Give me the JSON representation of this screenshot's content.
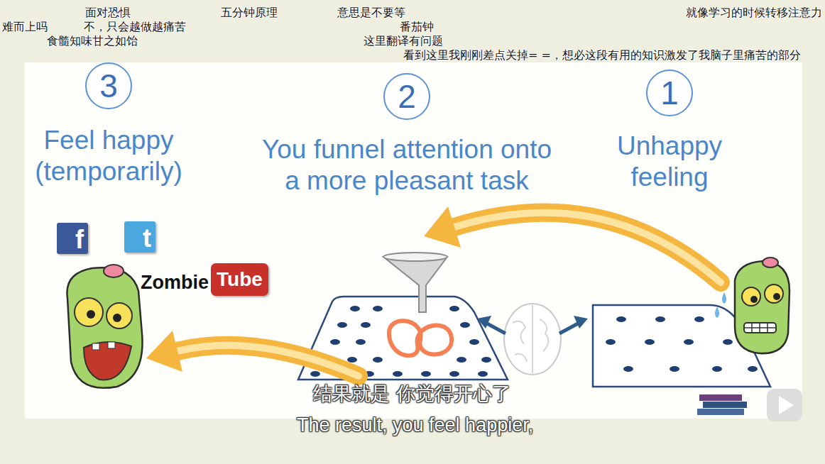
{
  "diagram": {
    "nodes": [
      {
        "text": [
          "3",
          "Feel happy (temporarily)"
        ]
      },
      {
        "text": [
          "2",
          "You funnel attention onto a more pleasant task"
        ]
      },
      {
        "text": [
          "1",
          "Unhappy feeling"
        ]
      },
      {
        "text": [
          "f"
        ]
      },
      {
        "text": [
          "t"
        ]
      },
      {
        "text": [
          "Tube"
        ]
      }
    ],
    "labels": [
      "面对恐惧",
      "五分钟原理",
      "意思是不要等",
      "就像学习的时候转移注意力",
      "难而上吗",
      "不，只会越做越痛苦",
      "番茄钟",
      "食髓知味甘之如饴",
      "这里翻译有问题",
      "看到这里我刚刚差点关掉= =，想必这段有用的知识激发了我脑子里痛苦的部分",
      "Zombie",
      "结果就是 你觉得开心了",
      "The result, you feel happier,"
    ]
  }
}
